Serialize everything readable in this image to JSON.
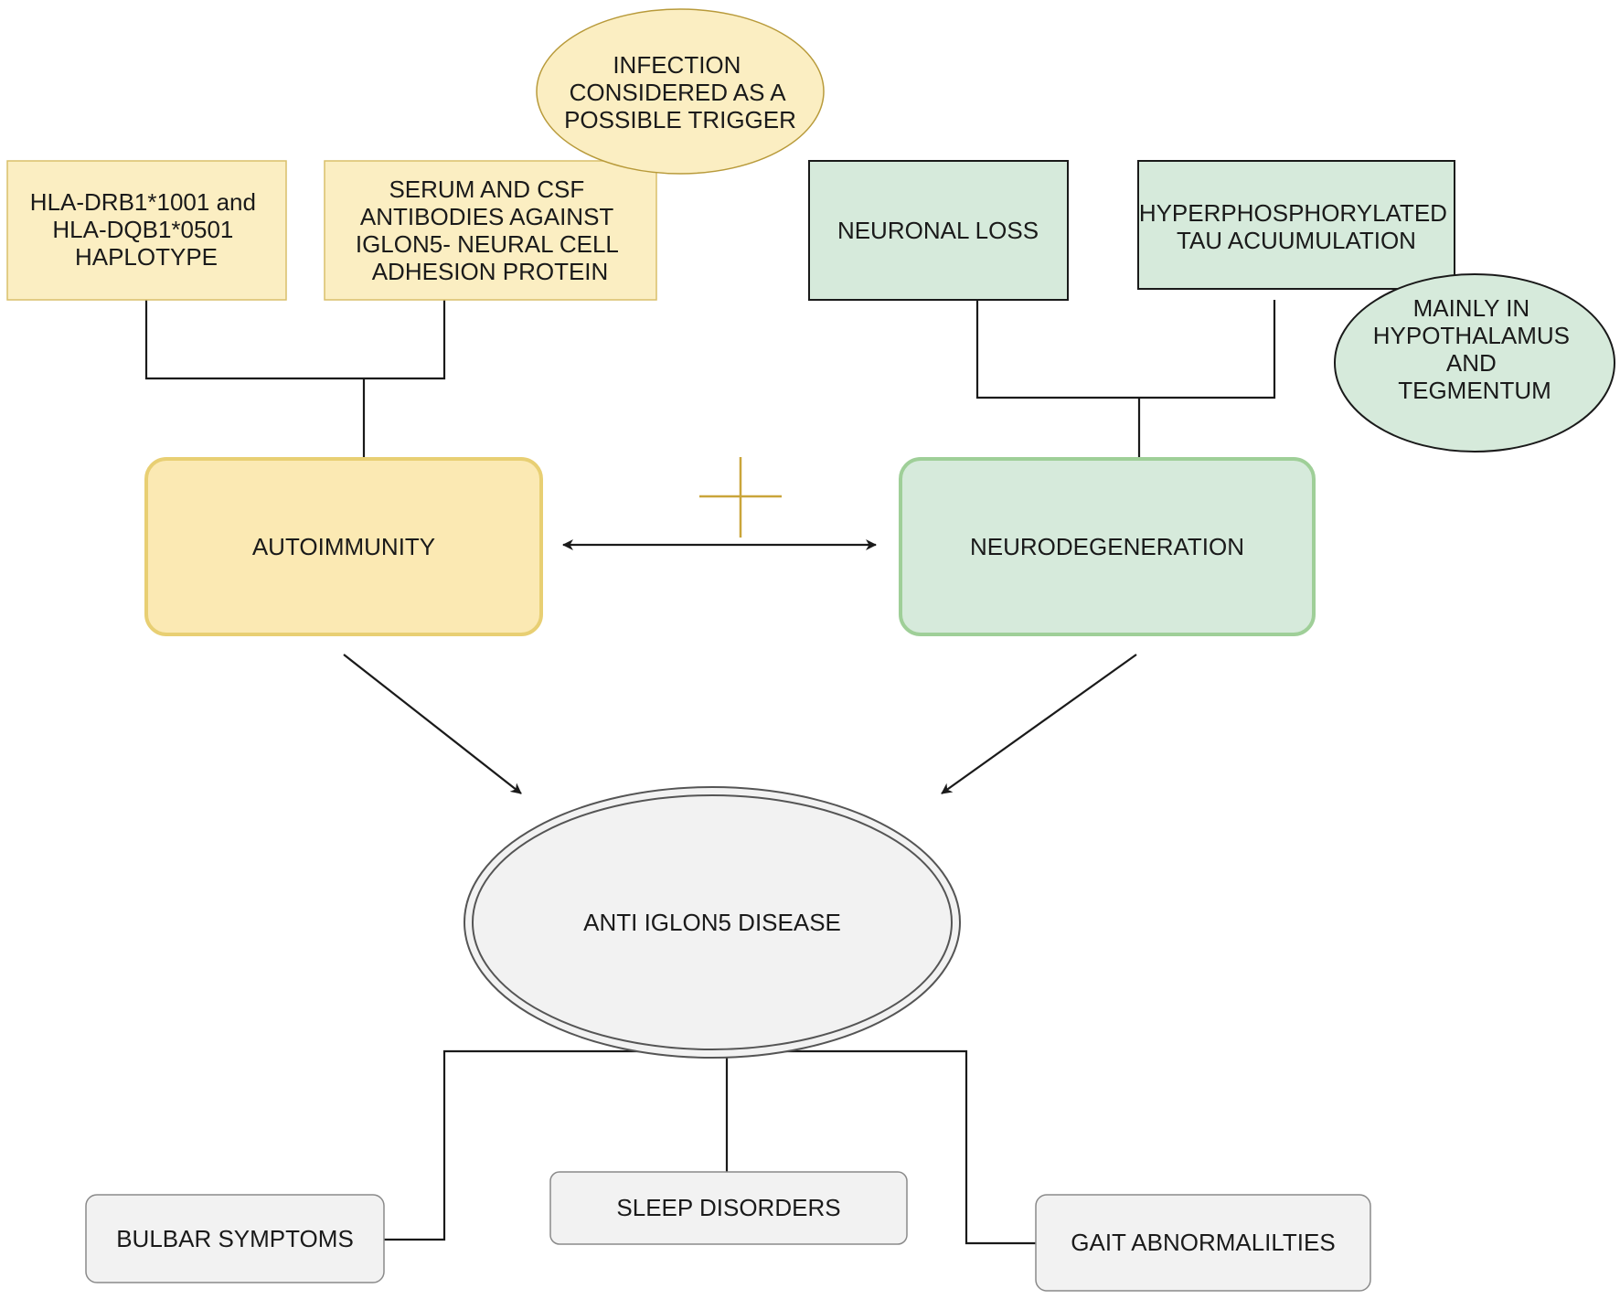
{
  "colors": {
    "yellow_fill": "#fbeec2",
    "yellow_stroke": "#d9bf6a",
    "yellow_big_fill": "#fbe9b3",
    "yellow_big_stroke": "#e8cf73",
    "green_fill": "#d6eadb",
    "green_stroke": "#9fcf98",
    "gray_fill": "#f2f2f2",
    "gray_stroke": "#8a8a8a",
    "line": "#1a1a1a",
    "plus": "#c9a53a"
  },
  "nodes": {
    "haplotype": [
      "HLA-DRB1*1001 and",
      "HLA-DQB1*0501",
      "HAPLOTYPE"
    ],
    "antibodies": [
      "SERUM AND CSF",
      "ANTIBODIES AGAINST",
      "IGLON5- NEURAL CELL",
      "ADHESION PROTEIN"
    ],
    "infection": [
      "INFECTION",
      "CONSIDERED AS A",
      "POSSIBLE TRIGGER"
    ],
    "neuronal_loss": [
      "NEURONAL LOSS"
    ],
    "tau": [
      "HYPERPHOSPHORYLATED",
      "TAU ACUUMULATION"
    ],
    "location": [
      "MAINLY IN",
      "HYPOTHALAMUS",
      "AND",
      "TEGMENTUM"
    ],
    "autoimmunity": [
      "AUTOIMMUNITY"
    ],
    "neurodegeneration": [
      "NEURODEGENERATION"
    ],
    "disease": [
      "ANTI IGLON5 DISEASE"
    ],
    "bulbar": [
      "BULBAR SYMPTOMS"
    ],
    "sleep": [
      "SLEEP DISORDERS"
    ],
    "gait": [
      "GAIT ABNORMALILTIES"
    ]
  }
}
